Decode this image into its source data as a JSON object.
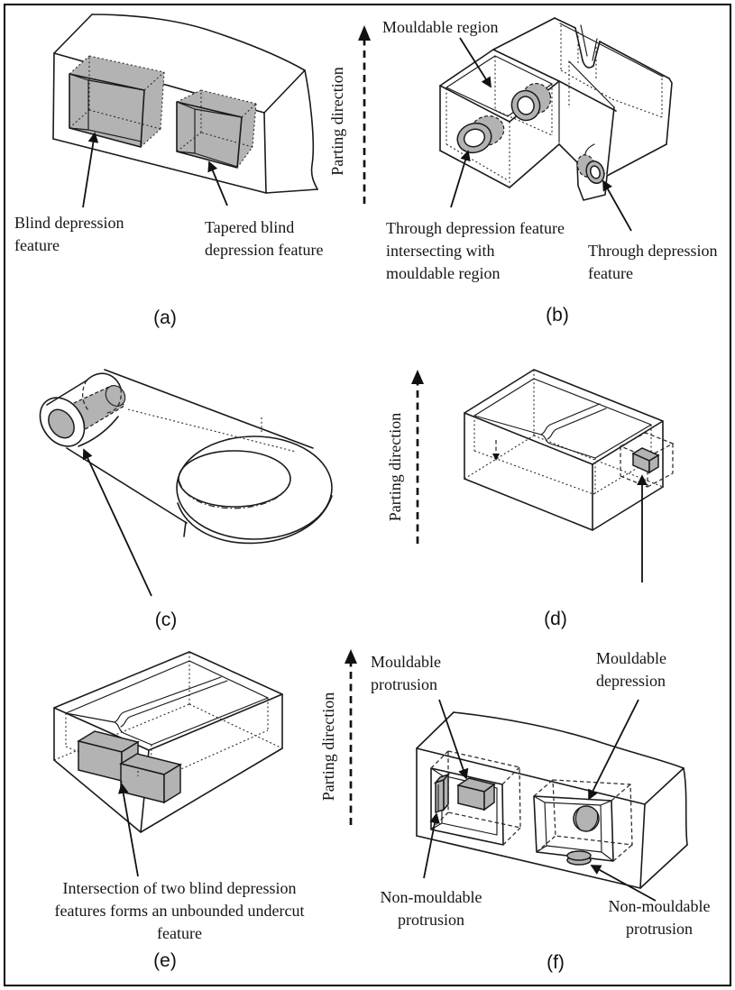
{
  "colors": {
    "feature_fill": "#b3b3b3",
    "line_color": "#1a1a1a"
  },
  "panels": {
    "a": {
      "caption": "(a)",
      "parting_label": "Parting direction",
      "labels": {
        "blind": "Blind depression feature",
        "tapered": "Tapered blind depression feature"
      }
    },
    "b": {
      "caption": "(b)",
      "labels": {
        "mouldable_region": "Mouldable region",
        "through_intersecting": "Through depression feature intersecting with mouldable region",
        "through": "Through depression feature"
      }
    },
    "c": {
      "caption": "(c)"
    },
    "d": {
      "caption": "(d)",
      "parting_label": "Parting direction"
    },
    "e": {
      "caption": "(e)",
      "labels": {
        "undercut": "Intersection of two blind depression features forms an unbounded undercut feature"
      }
    },
    "f": {
      "caption": "(f)",
      "parting_label": "Parting direction",
      "labels": {
        "mouldable_protrusion": "Mouldable protrusion",
        "mouldable_depression": "Mouldable depression",
        "nonmouldable_protrusion_left": "Non-mouldable protrusion",
        "nonmouldable_protrusion_right": "Non-mouldable protrusion"
      }
    }
  }
}
